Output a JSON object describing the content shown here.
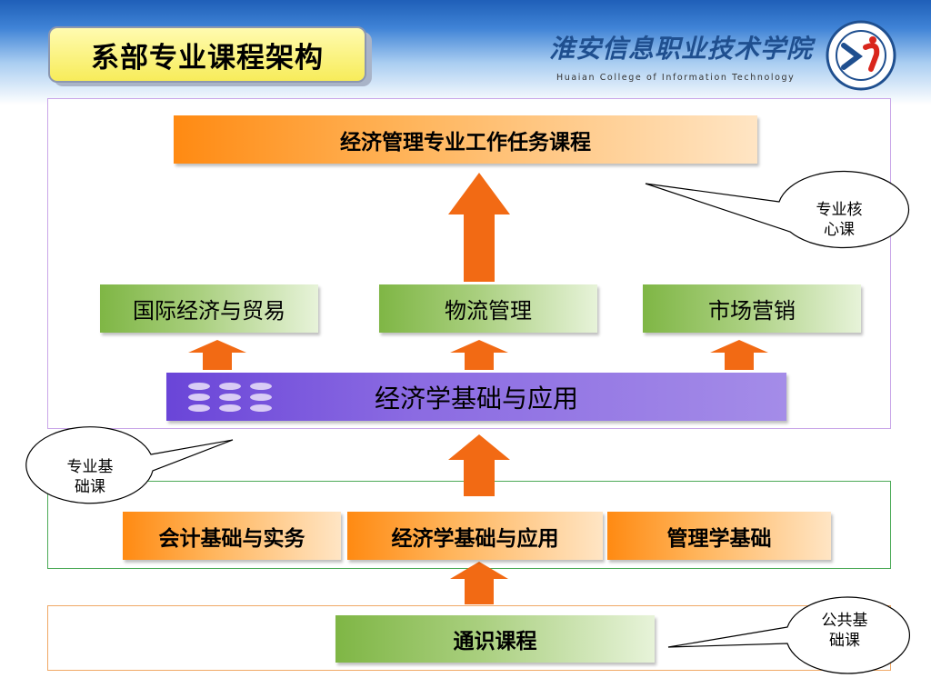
{
  "header": {
    "title": "系部专业课程架构",
    "college_name_cn": "淮安信息职业技术学院",
    "college_name_en": "Huaian College of Information Technology"
  },
  "core": {
    "work_task": "经济管理专业工作任务课程",
    "majors": [
      "国际经济与贸易",
      "物流管理",
      "市场营销"
    ],
    "econ_base": "经济学基础与应用",
    "callout": [
      "专业核",
      "心课"
    ]
  },
  "foundation": {
    "courses": [
      "会计基础与实务",
      "经济学基础与应用",
      "管理学基础"
    ],
    "callout": [
      "专业基",
      "础课"
    ]
  },
  "public": {
    "general": "通识课程",
    "callout": [
      "公共基",
      "础课"
    ]
  },
  "colors": {
    "arrow": "#f26a14",
    "orange_box": "#ff8a12",
    "green_box": "#7fb645",
    "purple_box": "#6a45d8",
    "core_border": "#c9a6e8",
    "foundation_border": "#4caa57",
    "public_border": "#f0a865"
  }
}
